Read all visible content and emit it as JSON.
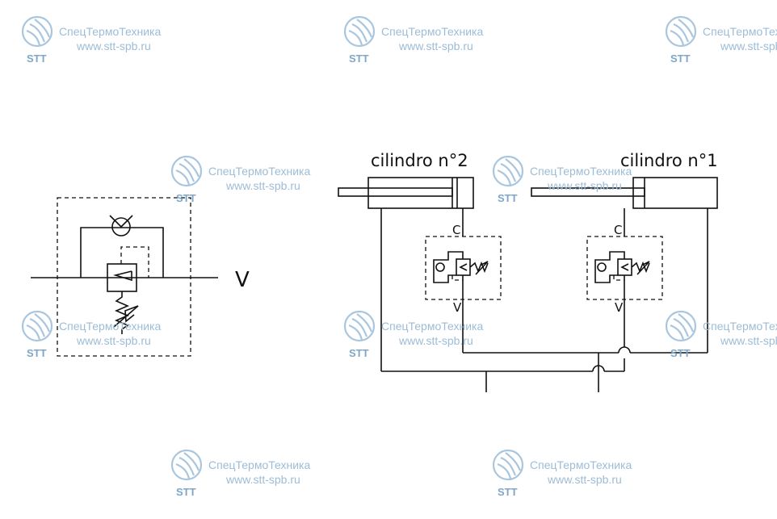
{
  "labels": {
    "cylinder_2": "cilindro n°2",
    "cylinder_1": "cilindro n°1",
    "port_v_left": "V",
    "port_c_a": "C",
    "port_v_a": "V",
    "port_c_b": "C",
    "port_v_b": "V"
  },
  "watermark": {
    "company": "СпецТермоТехника",
    "url": "www.stt-spb.ru",
    "logo_text": "STT",
    "color": "#9dbcd6"
  },
  "colors": {
    "line": "#111111",
    "background": "#ffffff"
  }
}
